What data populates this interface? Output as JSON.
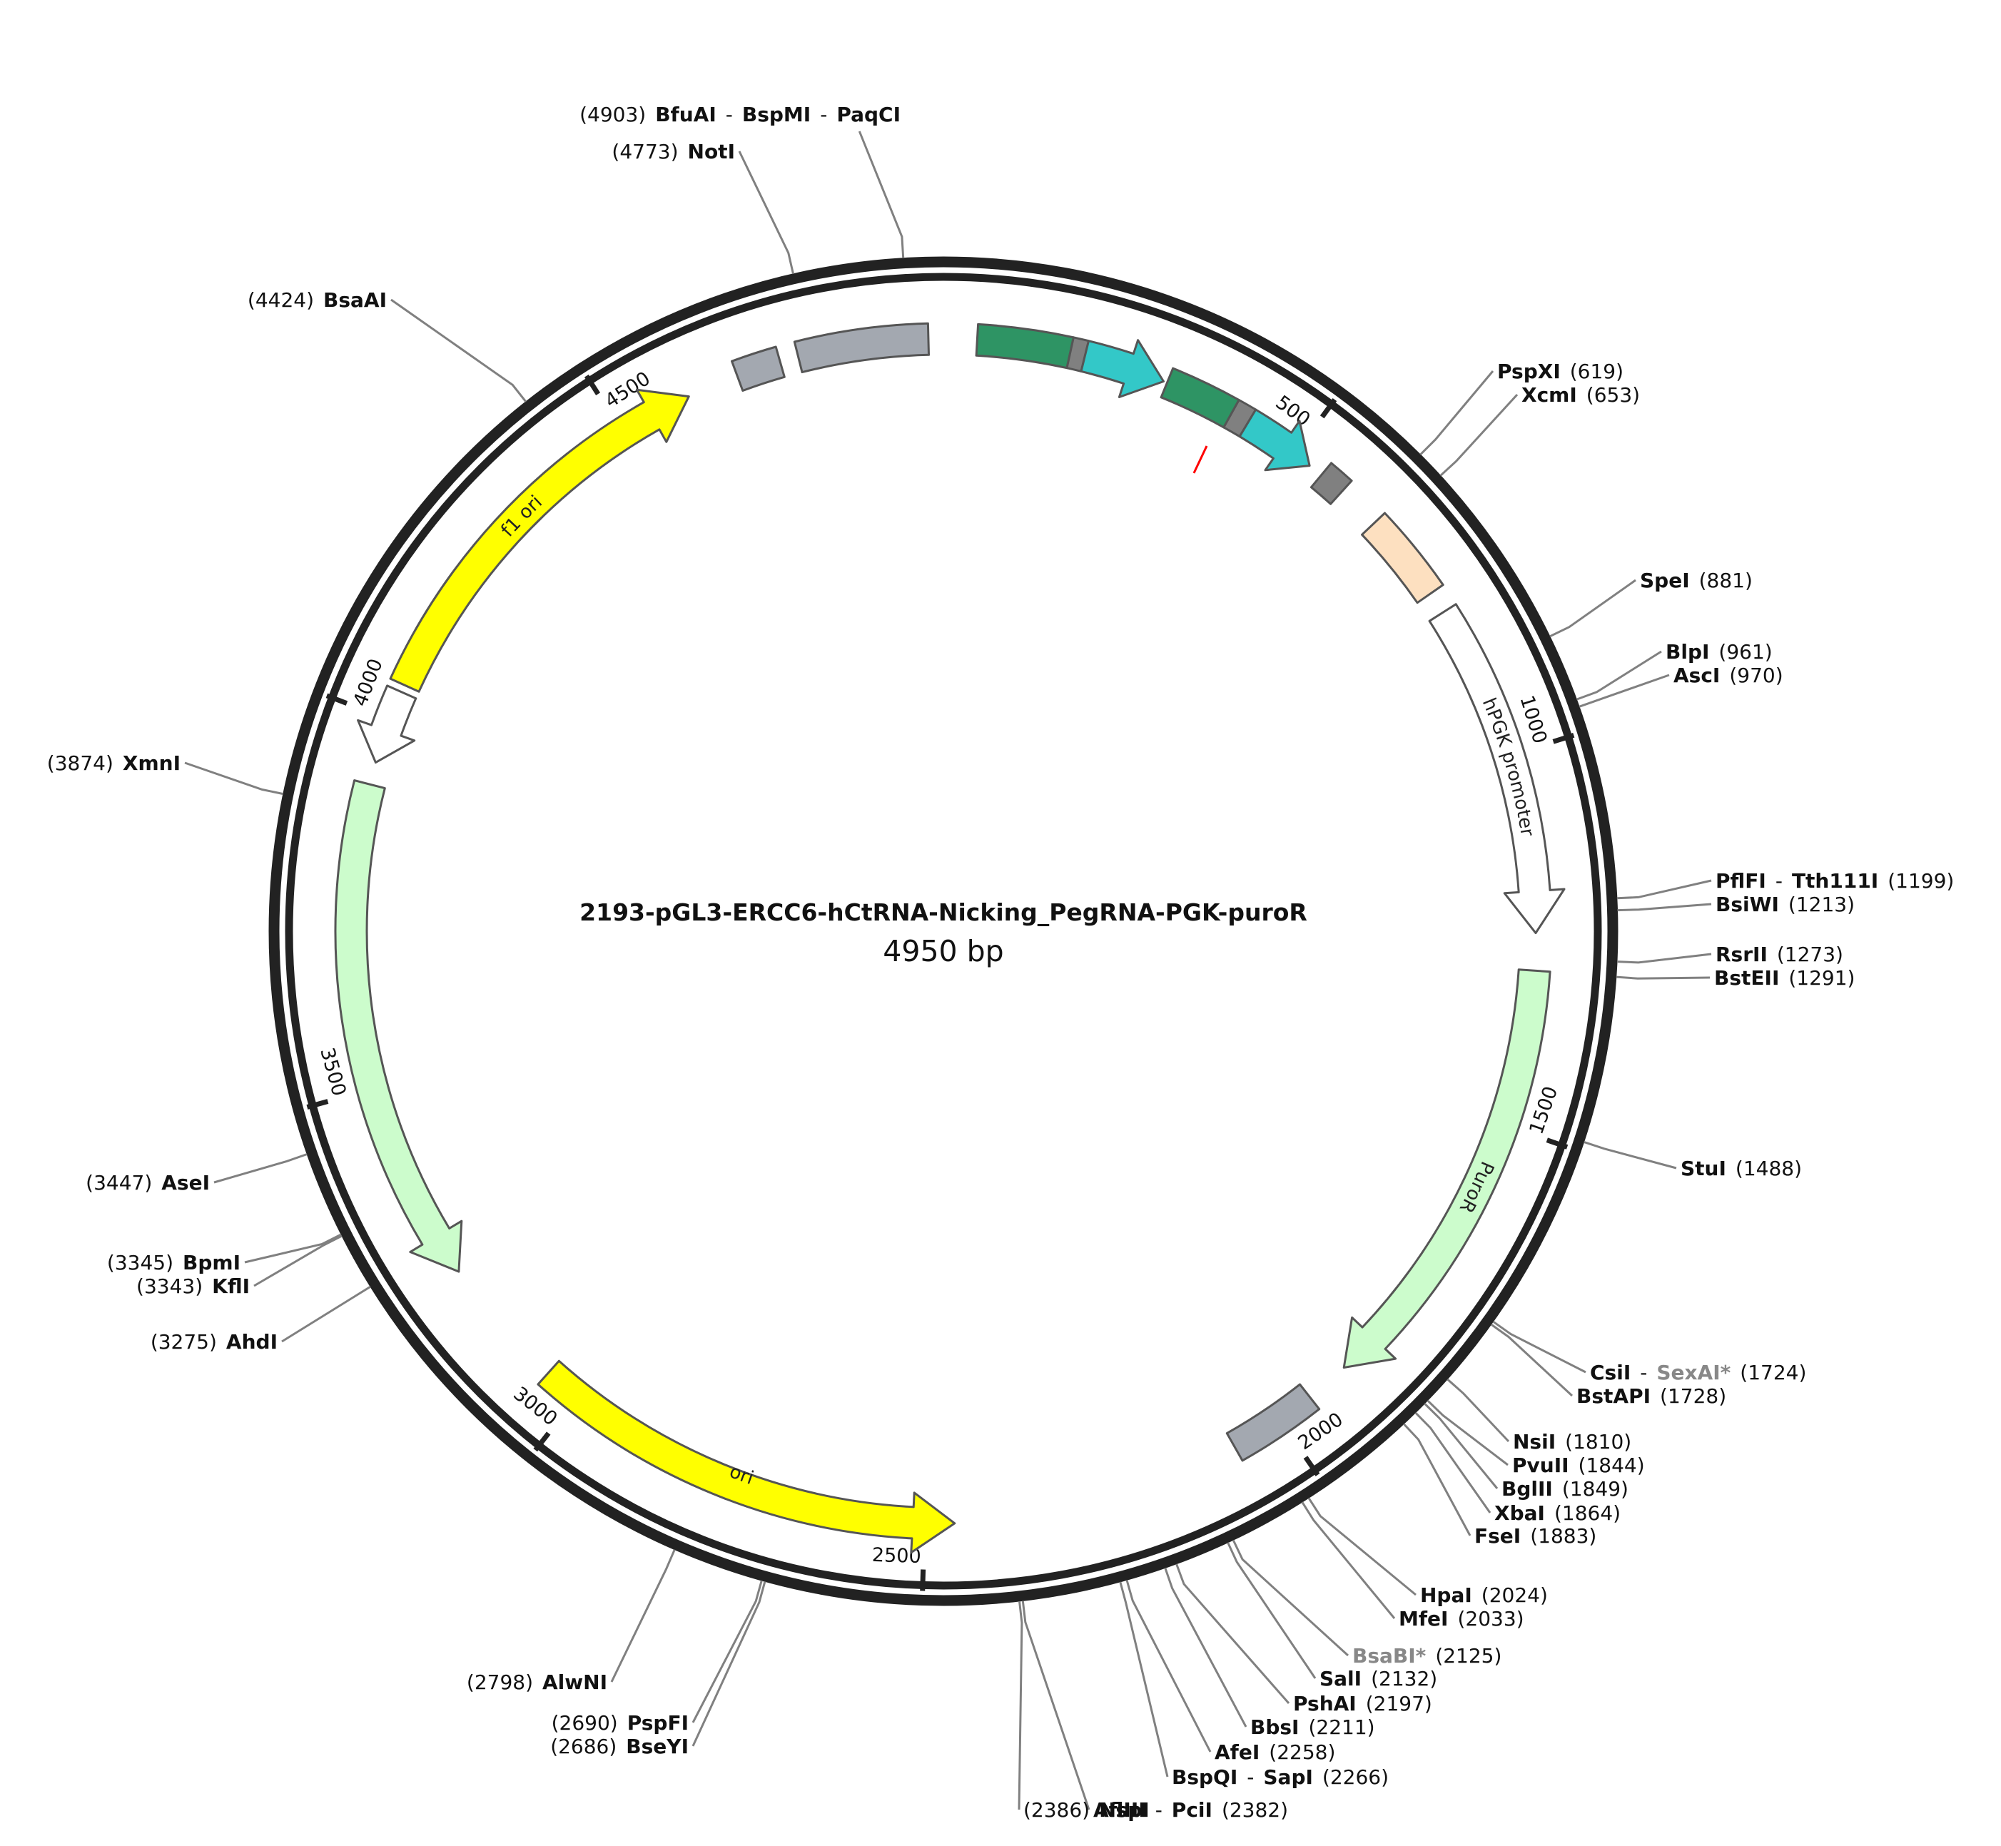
{
  "plasmid": {
    "name": "2193-pGL3-ERCC6-hCtRNA-Nicking_PegRNA-PGK-puroR",
    "size_label": "4950 bp",
    "length": 4950
  },
  "ticks": [
    {
      "bp": 500,
      "label": "500"
    },
    {
      "bp": 1000,
      "label": "1000"
    },
    {
      "bp": 1500,
      "label": "1500"
    },
    {
      "bp": 2000,
      "label": "2000"
    },
    {
      "bp": 2500,
      "label": "2500"
    },
    {
      "bp": 3000,
      "label": "3000"
    },
    {
      "bp": 3500,
      "label": "3500"
    },
    {
      "bp": 4000,
      "label": "4000"
    },
    {
      "bp": 4500,
      "label": "4500"
    }
  ],
  "features": [
    {
      "name": "",
      "start": 4670,
      "end": 4730,
      "dir": 0,
      "color": "#a3a8b0"
    },
    {
      "name": "",
      "start": 4755,
      "end": 4930,
      "dir": 0,
      "color": "#a3a8b0"
    },
    {
      "name": "",
      "start": 45,
      "end": 170,
      "dir": 0,
      "color": "#2e9464"
    },
    {
      "name": "",
      "start": 170,
      "end": 190,
      "dir": 0,
      "color": "#808080"
    },
    {
      "name": "",
      "start": 190,
      "end": 300,
      "dir": 1,
      "color": "#33c8c8"
    },
    {
      "name": "",
      "start": 305,
      "end": 400,
      "dir": 0,
      "color": "#2e9464"
    },
    {
      "name": "",
      "start": 400,
      "end": 425,
      "dir": 0,
      "color": "#808080"
    },
    {
      "name": "",
      "start": 425,
      "end": 525,
      "dir": 1,
      "color": "#33c8c8"
    },
    {
      "name": "",
      "start": 545,
      "end": 580,
      "dir": 0,
      "color": "#808080"
    },
    {
      "name": "",
      "start": 640,
      "end": 760,
      "dir": 0,
      "color": "#fde0c0"
    },
    {
      "name": "hPGK promoter",
      "start": 790,
      "end": 1240,
      "dir": 1,
      "color": "#ffffff"
    },
    {
      "name": "PuroR",
      "start": 1290,
      "end": 1890,
      "dir": 1,
      "color": "#ccfccc"
    },
    {
      "name": "",
      "start": 1950,
      "end": 2070,
      "dir": 0,
      "color": "#a3a8b0"
    },
    {
      "name": "ori",
      "start": 2460,
      "end": 3050,
      "dir": -1,
      "color": "#ffff00"
    },
    {
      "name": "",
      "start": 3230,
      "end": 3910,
      "dir": -1,
      "color": "#ccfccc"
    },
    {
      "name": "",
      "start": 3940,
      "end": 4040,
      "dir": -1,
      "color": "#ffffff"
    },
    {
      "name": "f1 ori",
      "start": 4050,
      "end": 4600,
      "dir": 1,
      "color": "#ffff00"
    }
  ],
  "enzymes": [
    {
      "bp": 4903,
      "parts": [
        {
          "t": "(4903)",
          "c": "n"
        },
        {
          "t": "BfuAI",
          "c": "b"
        },
        {
          "t": "-",
          "c": "n"
        },
        {
          "t": "BspMI",
          "c": "b"
        },
        {
          "t": "-",
          "c": "n"
        },
        {
          "t": "PaqCI",
          "c": "b"
        }
      ]
    },
    {
      "bp": 4773,
      "parts": [
        {
          "t": "(4773)",
          "c": "n"
        },
        {
          "t": "NotI",
          "c": "b"
        }
      ]
    },
    {
      "bp": 4424,
      "parts": [
        {
          "t": "(4424)",
          "c": "n"
        },
        {
          "t": "BsaAI",
          "c": "b"
        }
      ]
    },
    {
      "bp": 619,
      "parts": [
        {
          "t": "PspXI",
          "c": "b"
        },
        {
          "t": "(619)",
          "c": "n"
        }
      ]
    },
    {
      "bp": 653,
      "parts": [
        {
          "t": "XcmI",
          "c": "b"
        },
        {
          "t": "(653)",
          "c": "n"
        }
      ]
    },
    {
      "bp": 881,
      "parts": [
        {
          "t": "SpeI",
          "c": "b"
        },
        {
          "t": "(881)",
          "c": "n"
        }
      ]
    },
    {
      "bp": 961,
      "parts": [
        {
          "t": "BlpI",
          "c": "b"
        },
        {
          "t": "(961)",
          "c": "n"
        }
      ]
    },
    {
      "bp": 970,
      "parts": [
        {
          "t": "AscI",
          "c": "b"
        },
        {
          "t": "(970)",
          "c": "n"
        }
      ]
    },
    {
      "bp": 1199,
      "parts": [
        {
          "t": "PflFI",
          "c": "b"
        },
        {
          "t": "-",
          "c": "n"
        },
        {
          "t": "Tth111I",
          "c": "b"
        },
        {
          "t": "(1199)",
          "c": "n"
        }
      ]
    },
    {
      "bp": 1213,
      "parts": [
        {
          "t": "BsiWI",
          "c": "b"
        },
        {
          "t": "(1213)",
          "c": "n"
        }
      ]
    },
    {
      "bp": 1273,
      "parts": [
        {
          "t": "RsrII",
          "c": "b"
        },
        {
          "t": "(1273)",
          "c": "n"
        }
      ]
    },
    {
      "bp": 1291,
      "parts": [
        {
          "t": "BstEII",
          "c": "b"
        },
        {
          "t": "(1291)",
          "c": "n"
        }
      ]
    },
    {
      "bp": 1488,
      "parts": [
        {
          "t": "StuI",
          "c": "b"
        },
        {
          "t": "(1488)",
          "c": "n"
        }
      ]
    },
    {
      "bp": 1724,
      "parts": [
        {
          "t": "CsiI",
          "c": "b"
        },
        {
          "t": "-",
          "c": "n"
        },
        {
          "t": "SexAI*",
          "c": "g"
        },
        {
          "t": "(1724)",
          "c": "n"
        }
      ]
    },
    {
      "bp": 1728,
      "parts": [
        {
          "t": "BstAPI",
          "c": "b"
        },
        {
          "t": "(1728)",
          "c": "n"
        }
      ]
    },
    {
      "bp": 1810,
      "parts": [
        {
          "t": "NsiI",
          "c": "b"
        },
        {
          "t": "(1810)",
          "c": "n"
        }
      ]
    },
    {
      "bp": 1844,
      "parts": [
        {
          "t": "PvuII",
          "c": "b"
        },
        {
          "t": "(1844)",
          "c": "n"
        }
      ]
    },
    {
      "bp": 1849,
      "parts": [
        {
          "t": "BglII",
          "c": "b"
        },
        {
          "t": "(1849)",
          "c": "n"
        }
      ]
    },
    {
      "bp": 1864,
      "parts": [
        {
          "t": "XbaI",
          "c": "b"
        },
        {
          "t": "(1864)",
          "c": "n"
        }
      ]
    },
    {
      "bp": 1883,
      "parts": [
        {
          "t": "FseI",
          "c": "b"
        },
        {
          "t": "(1883)",
          "c": "n"
        }
      ]
    },
    {
      "bp": 2024,
      "parts": [
        {
          "t": "HpaI",
          "c": "b"
        },
        {
          "t": "(2024)",
          "c": "n"
        }
      ]
    },
    {
      "bp": 2033,
      "parts": [
        {
          "t": "MfeI",
          "c": "b"
        },
        {
          "t": "(2033)",
          "c": "n"
        }
      ]
    },
    {
      "bp": 2125,
      "parts": [
        {
          "t": "BsaBI*",
          "c": "g"
        },
        {
          "t": "(2125)",
          "c": "n"
        }
      ]
    },
    {
      "bp": 2132,
      "parts": [
        {
          "t": "SalI",
          "c": "b"
        },
        {
          "t": "(2132)",
          "c": "n"
        }
      ]
    },
    {
      "bp": 2197,
      "parts": [
        {
          "t": "PshAI",
          "c": "b"
        },
        {
          "t": "(2197)",
          "c": "n"
        }
      ]
    },
    {
      "bp": 2211,
      "parts": [
        {
          "t": "BbsI",
          "c": "b"
        },
        {
          "t": "(2211)",
          "c": "n"
        }
      ]
    },
    {
      "bp": 2258,
      "parts": [
        {
          "t": "AfeI",
          "c": "b"
        },
        {
          "t": "(2258)",
          "c": "n"
        }
      ]
    },
    {
      "bp": 2266,
      "parts": [
        {
          "t": "BspQI",
          "c": "b"
        },
        {
          "t": "-",
          "c": "n"
        },
        {
          "t": "SapI",
          "c": "b"
        },
        {
          "t": "(2266)",
          "c": "n"
        }
      ]
    },
    {
      "bp": 2382,
      "parts": [
        {
          "t": "AflIII",
          "c": "b"
        },
        {
          "t": "-",
          "c": "n"
        },
        {
          "t": "PciI",
          "c": "b"
        },
        {
          "t": "(2382)",
          "c": "n"
        }
      ]
    },
    {
      "bp": 2386,
      "parts": [
        {
          "t": "(2386)",
          "c": "n"
        },
        {
          "t": "NspI",
          "c": "b"
        }
      ]
    },
    {
      "bp": 2686,
      "parts": [
        {
          "t": "(2686)",
          "c": "n"
        },
        {
          "t": "BseYI",
          "c": "b"
        }
      ]
    },
    {
      "bp": 2690,
      "parts": [
        {
          "t": "(2690)",
          "c": "n"
        },
        {
          "t": "PspFI",
          "c": "b"
        }
      ]
    },
    {
      "bp": 2798,
      "parts": [
        {
          "t": "(2798)",
          "c": "n"
        },
        {
          "t": "AlwNI",
          "c": "b"
        }
      ]
    },
    {
      "bp": 3275,
      "parts": [
        {
          "t": "(3275)",
          "c": "n"
        },
        {
          "t": "AhdI",
          "c": "b"
        }
      ]
    },
    {
      "bp": 3343,
      "parts": [
        {
          "t": "(3343)",
          "c": "n"
        },
        {
          "t": "KflI",
          "c": "b"
        }
      ]
    },
    {
      "bp": 3345,
      "parts": [
        {
          "t": "(3345)",
          "c": "n"
        },
        {
          "t": "BpmI",
          "c": "b"
        }
      ]
    },
    {
      "bp": 3447,
      "parts": [
        {
          "t": "(3447)",
          "c": "n"
        },
        {
          "t": "AseI",
          "c": "b"
        }
      ]
    },
    {
      "bp": 3874,
      "parts": [
        {
          "t": "(3874)",
          "c": "n"
        },
        {
          "t": "XmnI",
          "c": "b"
        }
      ]
    }
  ],
  "colors": {
    "backbone": "#222222",
    "leader": "#808080",
    "feature_stroke": "#555555",
    "nick_site": "#ff0000"
  }
}
